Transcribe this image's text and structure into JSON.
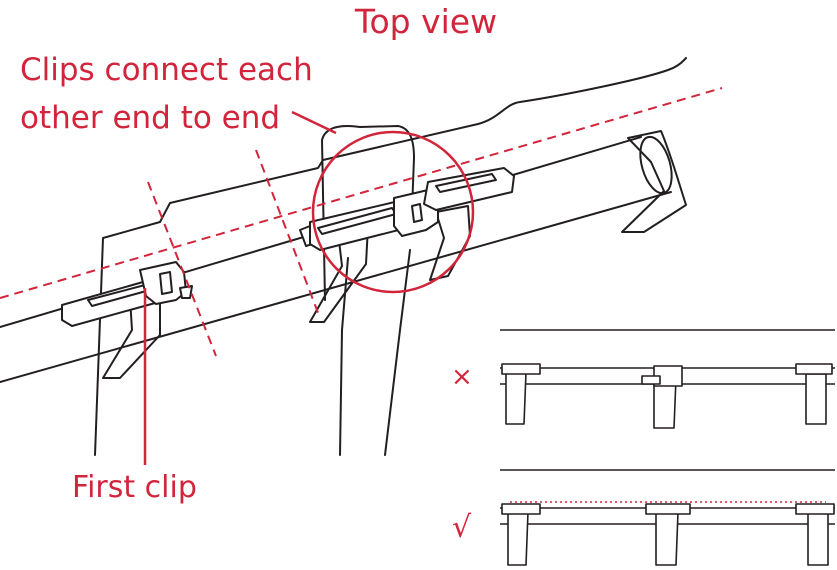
{
  "title": "Top view",
  "callout": {
    "line1": "Clips connect each",
    "line2": "other end to end"
  },
  "first_clip_label": "First clip",
  "incorrect_mark": "×",
  "correct_mark": "√",
  "colors": {
    "accent": "#d2253b",
    "ink": "#231f20",
    "clip_fill": "#ffffff"
  }
}
